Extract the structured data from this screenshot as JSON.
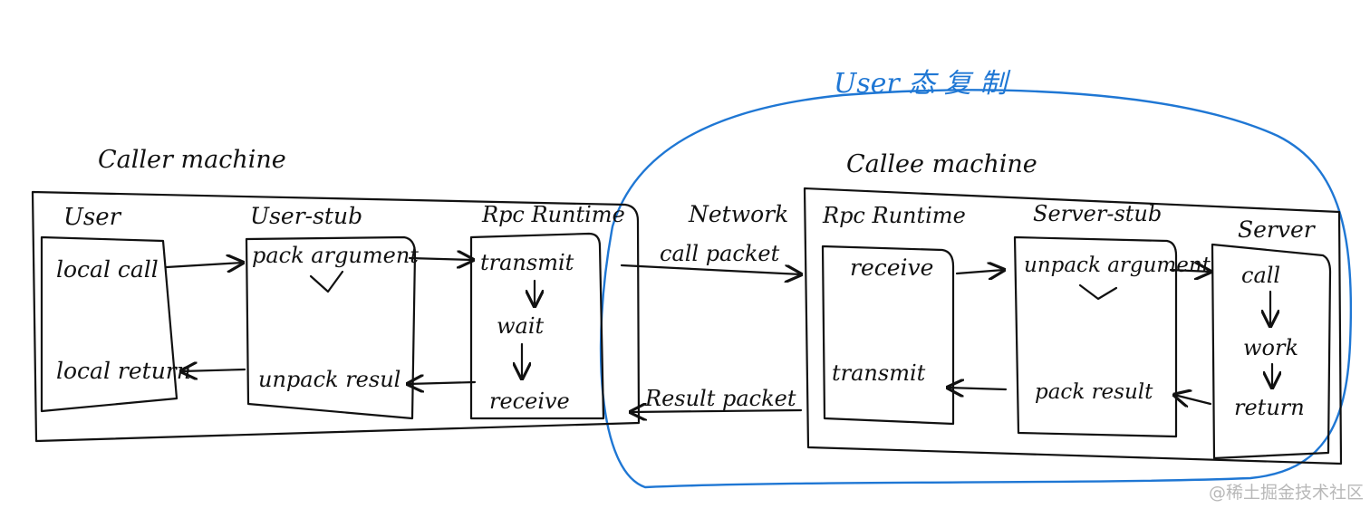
{
  "annotation": {
    "text": "User 态 复 制",
    "color": "#1f77d4"
  },
  "caller": {
    "title": "Caller machine",
    "user": {
      "label": "User",
      "call": "local call",
      "ret": "local return"
    },
    "stub": {
      "label": "User-stub",
      "pack": "pack argument",
      "unpack": "unpack resul"
    },
    "runtime": {
      "label": "Rpc Runtime",
      "transmit": "transmit",
      "wait": "wait",
      "receive": "receive"
    }
  },
  "network": {
    "label": "Network",
    "call_packet": "call packet",
    "result_packet": "Result packet"
  },
  "callee": {
    "title": "Callee machine",
    "runtime": {
      "label": "Rpc Runtime",
      "receive": "receive",
      "transmit": "transmit"
    },
    "stub": {
      "label": "Server-stub",
      "unpack": "unpack argument",
      "pack": "pack result"
    },
    "server": {
      "label": "Server",
      "call": "call",
      "work": "work",
      "ret": "return"
    }
  },
  "watermark": "@稀土掘金技术社区"
}
